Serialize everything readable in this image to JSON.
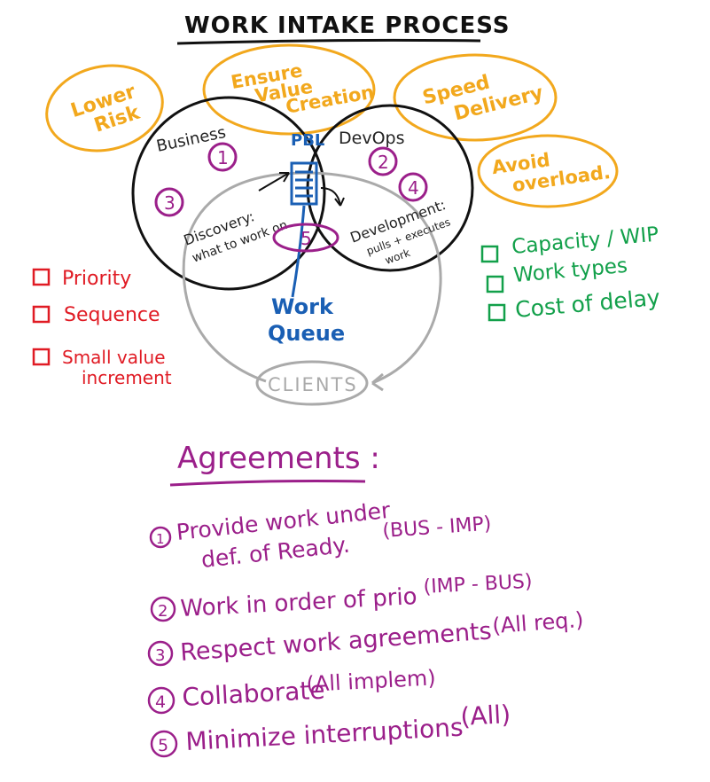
{
  "title": "WORK INTAKE PROCESS",
  "goals": {
    "lower_risk": [
      "Lower",
      "Risk"
    ],
    "ensure_value": [
      "Ensure",
      "Value",
      "Creation"
    ],
    "speed_delivery": [
      "Speed",
      "Delivery"
    ],
    "avoid_overload": [
      "Avoid",
      "overload."
    ]
  },
  "venn": {
    "business_label": "Business",
    "devops_label": "DevOps",
    "pbl_label": "PBL",
    "discovery": [
      "Discovery:",
      "what to work on"
    ],
    "development": [
      "Development:",
      "pulls + executes",
      "work"
    ],
    "work_queue": [
      "Work",
      "Queue"
    ],
    "clients": "CLIENTS",
    "circle_numbers": [
      "1",
      "2",
      "3",
      "4",
      "5"
    ]
  },
  "left_checklist": [
    "Priority",
    "Sequence",
    "Small value",
    "increment"
  ],
  "right_checklist": [
    "Capacity / WIP",
    "Work types",
    "Cost of delay"
  ],
  "agreements": {
    "heading": "Agreements :",
    "items": [
      {
        "num": "1",
        "text": "Provide work under",
        "cont": "def. of Ready.",
        "tag": "(BUS - IMP)"
      },
      {
        "num": "2",
        "text": "Work in order of prio",
        "tag": "(IMP - BUS)"
      },
      {
        "num": "3",
        "text": "Respect work agreements",
        "tag": "(All req.)"
      },
      {
        "num": "4",
        "text": "Collaborate",
        "tag": "(All implem)"
      },
      {
        "num": "5",
        "text": "Minimize interruptions",
        "tag": "(All)"
      }
    ]
  },
  "colors": {
    "orange": "#f2a81d",
    "blue": "#1a5fb4",
    "purple": "#9b1f8a",
    "red": "#e01b24",
    "green": "#12a04a",
    "grey": "#aaaaaa"
  }
}
